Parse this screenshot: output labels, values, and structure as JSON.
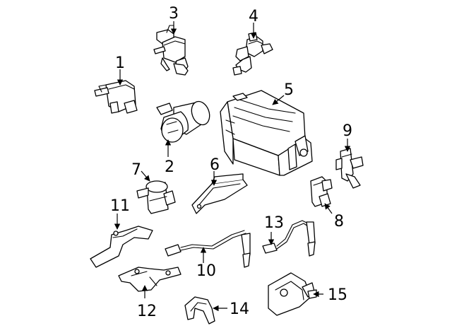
{
  "colors": {
    "line": "#000000",
    "background": "#ffffff"
  },
  "callouts": [
    {
      "id": "1",
      "label": "1"
    },
    {
      "id": "2",
      "label": "2"
    },
    {
      "id": "3",
      "label": "3"
    },
    {
      "id": "4",
      "label": "4"
    },
    {
      "id": "5",
      "label": "5"
    },
    {
      "id": "6",
      "label": "6"
    },
    {
      "id": "7",
      "label": "7"
    },
    {
      "id": "8",
      "label": "8"
    },
    {
      "id": "9",
      "label": "9"
    },
    {
      "id": "10",
      "label": "10"
    },
    {
      "id": "11",
      "label": "11"
    },
    {
      "id": "12",
      "label": "12"
    },
    {
      "id": "13",
      "label": "13"
    },
    {
      "id": "14",
      "label": "14"
    },
    {
      "id": "15",
      "label": "15"
    }
  ]
}
